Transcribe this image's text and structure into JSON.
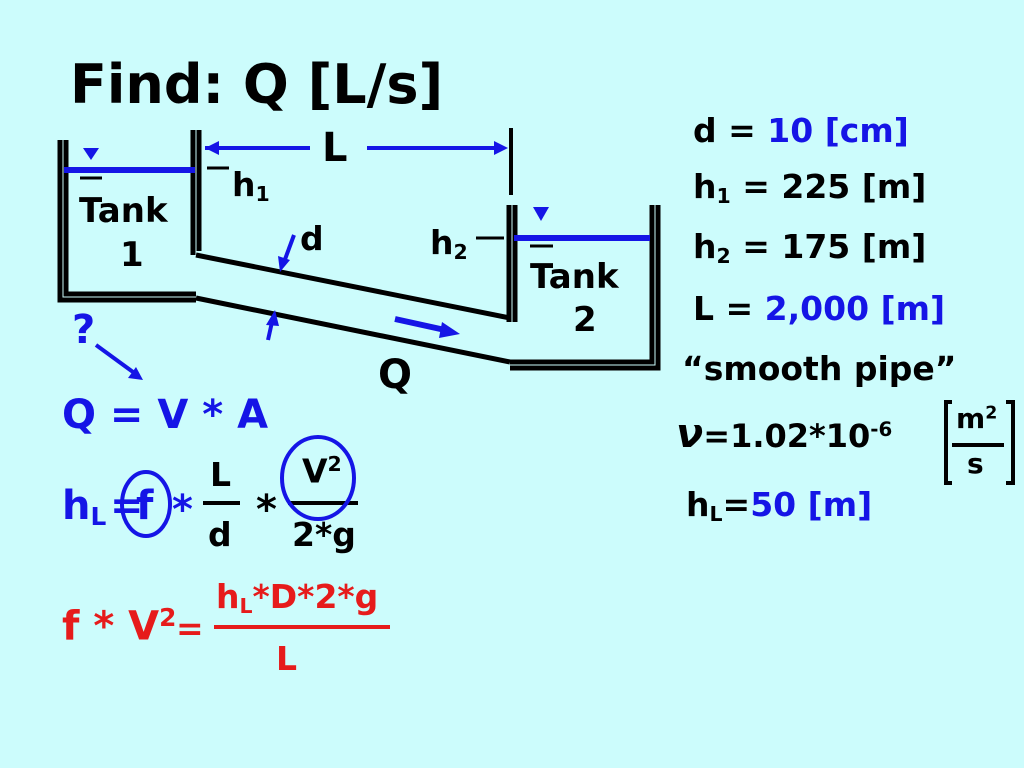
{
  "title": "Find: Q [L/s]",
  "diagram": {
    "length_label": "L",
    "h1_label": "h",
    "h1_sub": "1",
    "h2_label": "h",
    "h2_sub": "2",
    "d_label": "d",
    "tank1_label": "Tank",
    "tank1_num": "1",
    "tank2_label": "Tank",
    "tank2_num": "2",
    "flow_label": "Q",
    "question_mark": "?"
  },
  "givens": {
    "d_name": "d",
    "d_eq": " = ",
    "d_value": "10",
    "d_unit": "[cm]",
    "h1_name": "h",
    "h1_sub": "1",
    "h1_eq": " = ",
    "h1_value": "225",
    "h1_unit": "[m]",
    "h2_name": "h",
    "h2_sub": "2",
    "h2_eq": " = ",
    "h2_value": "175",
    "h2_unit": "[m]",
    "L_name": "L",
    "L_eq": " = ",
    "L_value": "2,000",
    "L_unit": "[m]",
    "pipe_note": "“smooth pipe”",
    "nu_symbol": "ν",
    "nu_value": "=1.02*10",
    "nu_exp": "-6",
    "nu_unit_num": "m",
    "nu_unit_num_exp": "2",
    "nu_unit_den": "s",
    "hL_name": "h",
    "hL_sub": "L",
    "hL_eq": "=",
    "hL_value": "50",
    "hL_unit": "[m]"
  },
  "equations": {
    "q_eq": "Q = V * A",
    "hl_lhs": "h",
    "hl_lhs_sub": "L",
    "hl_eq": "=",
    "hl_f": "f",
    "hl_star1": "*",
    "hl_L": "L",
    "hl_d": "d",
    "hl_star2": "*",
    "hl_V": "V",
    "hl_V_exp": "2",
    "hl_den": "2*g",
    "f_lhs": "f * V",
    "f_lhs_exp": "2",
    "f_eq": "=",
    "f_num_h": "h",
    "f_num_sub": "L",
    "f_num_rest": "*D*2*g",
    "f_den": "L"
  },
  "colors": {
    "background": "#ccfcfc",
    "black": "#000000",
    "blue": "#1515e6",
    "red": "#e61b1b"
  }
}
